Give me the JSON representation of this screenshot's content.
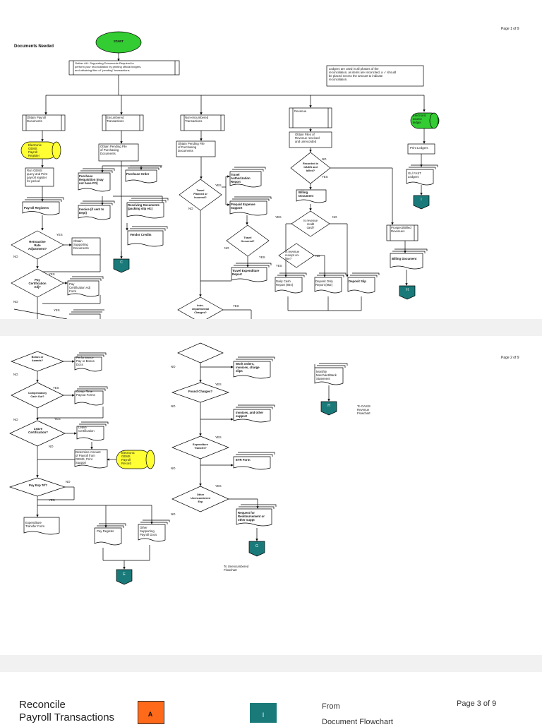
{
  "page1": {
    "page_number": "Page 1 of 9",
    "heading": "Documents Needed",
    "start": "START",
    "gather": "Gather ALL Supporting Documents Required to\nperform your reconciliation by printing official ledgers,\nand obtaining files of \"pending\" transactions.",
    "ledgers_note": "Ledgers are  used in all phases of the\nreconciliation, as items are reconciled, a ✓ should\nbe placed next to the amount to indicate\nreconciliation.",
    "col_payroll": "Obtain Payroll\nDocuments",
    "col_encumbered": "Encumbered\nTransactions",
    "col_nonencumbered": "Non-encumbered\nTransactions",
    "col_revenue": "Revenue",
    "col_electronic_ledger": "Electronic\nsource\nledger",
    "gems_register": "Electronic\nGEMS\nPayroll\nRegister",
    "run_gems": "Run GEMS\nquery and Print\npayroll register\nfor period",
    "payroll_registers": "Payroll Registers",
    "obtain_pending_purchasing": "Obtain Pending File\nof Purchasing\nDocuments",
    "purchase_requisition": "Purchase\nRequisition (may\nnot have PO)",
    "purchase_order": "Purchase Order",
    "invoice": "Invoice (if sent to\nDept)",
    "receiving_documents": "Receiving Documents\n(packing slip etc)",
    "vendor_credits": "Vendor Credits",
    "obtain_pending_purchasing2": "Obtain Pending File\nof Purchasing\nDocuments",
    "travel_planned": "Travel\nPlanned or\nIncurred?",
    "travel_authorization": "Travel\nAuthorization\nReport",
    "prepaid_expense": "Prepaid Expense\nSupport",
    "travel_occurred": "Travel\nOccurred?",
    "travel_expenditure": "Travel Expenditure\nReport",
    "inter_departmental": "Inter-\ndepartmental\nCharges?",
    "obtain_revenue_files": "Obtain Files of\nRevenue received\nand unrecorded",
    "recorded_oasis": "Recorded in\nOASIS and\nbilled?",
    "billing_document": "Billing\nDocument",
    "is_revenue_credit_card": "Is revenue\ncredit\ncard?",
    "is_revenue_receipt": "Is revenue\nreceipt on-\nline?",
    "daily_cash": "Daily Cash\nReport (804)",
    "deposit_slip_ind": "Deposit Only\nReport (862)",
    "deposit_slip": "Deposit Slip",
    "print_ledgers": "Print Ledgers",
    "gl_fast_ledgers": "GL/ FAST\nLedgers",
    "unrecorded_revenues": "Prospect/Billed\nRevenues",
    "billing_document2": "Billing Document",
    "retroactive_rate": "Retroactive\nRate\nAdjustment?",
    "obtain_supporting": "Obtain\nSupporting\nDocuments",
    "pay_cert_adj": "Pay\nCertification\nAdj?",
    "pay_cert_adj_form": "Pay\nCertification Adj\nForm",
    "yes": "YES",
    "no": "NO",
    "conn_C": "C",
    "conn_I": "I",
    "conn_H": "H"
  },
  "page2": {
    "page_number": "Page 2 of 9",
    "bonus_awards": "Bonus or\nAwards?",
    "performance_pay": "Performance\nPay or Bonus\nDocs",
    "comp_cash_out": "Compensatory\nCash Out?",
    "comp_time_form": "Comp. Time\nPayout Forms",
    "leave_cert": "Leave\nCertification?",
    "leave_cert_doc": "Leave\nCertification",
    "determine_amount": "Determine Amount\nof Payroll from\nGEMS, Print\nSupport",
    "gems_payroll_record": "Electronic\nGEMS\nPayroll\nRecord",
    "pay_exp_trf": "Pay Exp Trf?",
    "expenditure_transfer_form": "Expenditure\nTransfer Form",
    "pay_register": "Pay Register",
    "other_supporting": "Other\nSupporting\nPayroll Docs",
    "work_orders": "Work orders,\ninvoices, charge\nslips",
    "found_charges": "Found Charges?",
    "invoices_other": "Invoices, and other\nsupport",
    "expenditure_transfer": "Expenditure\nTransfer?",
    "etr_form": "ETR Form",
    "other_unencumbered": "Other\nUnencumbered\nExp",
    "request_reimbursement": "Request for\nReimbursement or\nother suppt",
    "to_unencumbered": "To Unencumbered\nFlowchart",
    "monthly_merchant": "Monthly\nMerchant/Bank\nStatement",
    "to_oasis": "To OASIS\nRevenue\nFlowchart",
    "conn_E": "E",
    "conn_G": "G",
    "conn_H": "H",
    "yes": "YES",
    "no": "NO"
  },
  "page3": {
    "title_line1": "Reconcile",
    "title_line2": "Payroll Transactions",
    "conn_A": "A",
    "conn_I": "I",
    "from": "From",
    "document_flowchart": "Document Flowchart",
    "page_number": "Page 3 of  9"
  },
  "colors": {
    "start_green": "#33cc33",
    "yellow": "#ffff33",
    "teal": "#1a7a7a",
    "orange": "#ff6a1a"
  }
}
